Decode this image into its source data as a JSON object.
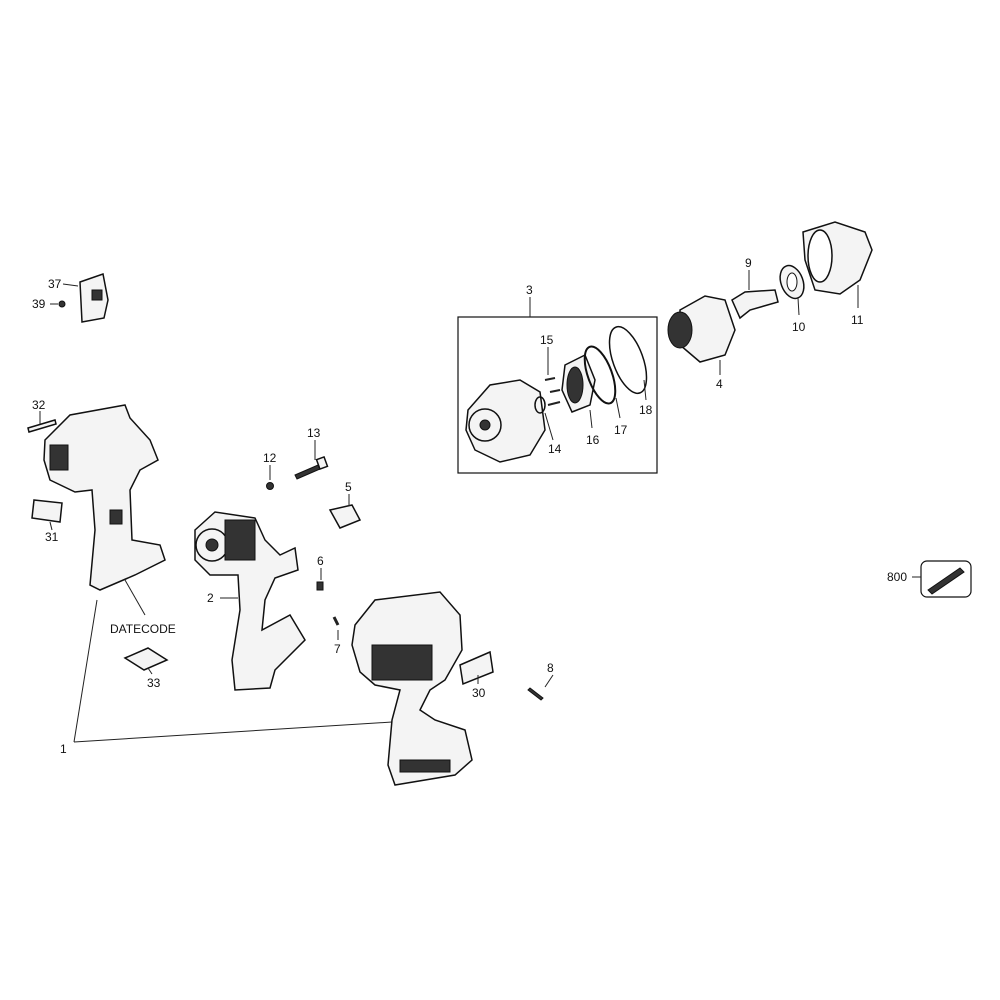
{
  "diagram": {
    "type": "exploded-parts-diagram",
    "callouts": {
      "p1": "1",
      "p2": "2",
      "p3": "3",
      "p4": "4",
      "p5": "5",
      "p6": "6",
      "p7": "7",
      "p8": "8",
      "p9": "9",
      "p10": "10",
      "p11": "11",
      "p12": "12",
      "p13": "13",
      "p14": "14",
      "p15": "15",
      "p16": "16",
      "p17": "17",
      "p18": "18",
      "p30": "30",
      "p31": "31",
      "p32": "32",
      "p33": "33",
      "p37": "37",
      "p39": "39",
      "p800": "800"
    },
    "datecode_label": "DATECODE"
  }
}
